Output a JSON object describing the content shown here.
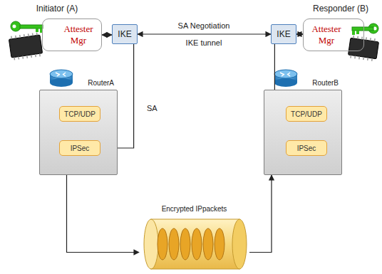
{
  "diagram": {
    "nodes": [
      {
        "text": [
          "Attester Mgr"
        ]
      },
      {
        "text": [
          "IKE"
        ]
      },
      {
        "text": [
          "IKE"
        ]
      },
      {
        "text": [
          "Attester Mgr"
        ]
      },
      {
        "text": [
          "RouterA"
        ]
      },
      {
        "text": [
          "TCP/UDP"
        ],
        "in": 4
      },
      {
        "text": [
          "IPSec"
        ],
        "in": 4
      },
      {
        "text": [
          "RouterB"
        ]
      },
      {
        "text": [
          "TCP/UDP"
        ],
        "in": 7
      },
      {
        "text": [
          "IPSec"
        ],
        "in": 7
      },
      {
        "text": [
          "Encrypted IPpackets"
        ]
      }
    ],
    "edges": [
      {
        "from": 1,
        "to": 2,
        "label": "SA Negotiation",
        "arrow": "both"
      },
      {
        "from": 0,
        "to": 1,
        "arrow": "both"
      },
      {
        "from": 2,
        "to": 3,
        "arrow": "both"
      },
      {
        "from": 1,
        "to": 6,
        "label": "SA",
        "arrow": "to"
      },
      {
        "from": 2,
        "to": 9,
        "arrow": "to"
      },
      {
        "from": 5,
        "to": 6,
        "arrow": "to"
      },
      {
        "from": 8,
        "to": 9,
        "arrow": "to"
      },
      {
        "from": 4,
        "to": 10,
        "arrow": "to"
      },
      {
        "from": 10,
        "to": 7,
        "arrow": "to"
      }
    ],
    "labels": [
      "Initiator (A)",
      "Responder (B)",
      "IKE tunnel"
    ]
  }
}
